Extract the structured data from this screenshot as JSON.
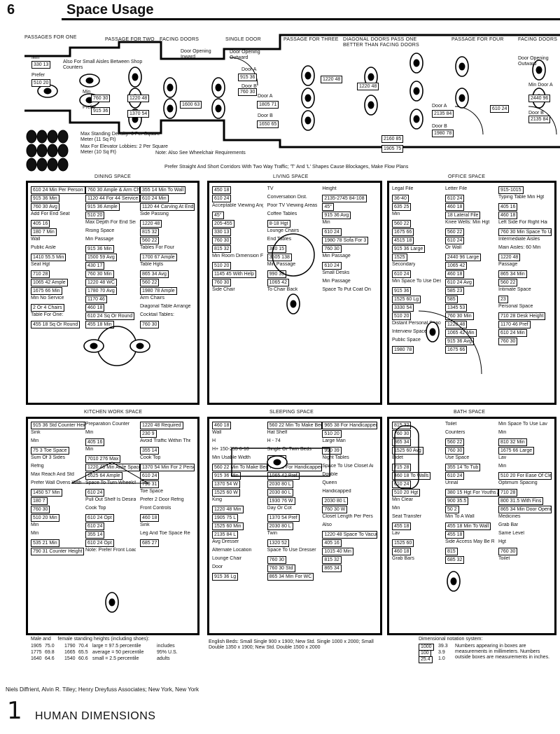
{
  "page": {
    "number": "6",
    "title": "Space Usage",
    "credit": "Niels Diffrient, Alvin R. Tilley; Henry Dreyfuss Associates; New York, New York",
    "footer_number": "1",
    "footer_title": "HUMAN DIMENSIONS"
  },
  "passages": {
    "captions": [
      "PASSAGES FOR ONE",
      "PASSAGE FOR TWO",
      "FACING DOORS",
      "SINGLE DOOR",
      "PASSAGE FOR THREE",
      "DIAGONAL DOORS PASS ONE BETTER THAN FACING DOORS",
      "PASSAGE FOR FOUR",
      "FACING DOORS"
    ],
    "notes": [
      "Also For Small Aisles Between Shop Counters",
      "Max Standing Density: 6 Per Square Meter (11 Sq Ft)",
      "Max For Elevator Lobbies: 2 Per Square Meter (10 Sq Ft)",
      "Note: Also See Wheelchair Requirements",
      "Prefer Straight And Short Corridors With Two Way Traffic; 'T' And 'L' Shapes Cause Blockages, Make Flow Plans",
      "Door Opening Inward",
      "Door Opening Outward",
      "Door Opening Outward"
    ],
    "dims": [
      "330 13",
      "510 20",
      "760 30",
      "915 36",
      "1220 48",
      "1370 54",
      "1600 63",
      "915 36",
      "760 30",
      "1805 71",
      "1650 65",
      "1220 48",
      "1220 48",
      "2160 85",
      "1905 75",
      "2135 84",
      "1980 78",
      "610 24",
      "2440 96",
      "2135 84"
    ],
    "labels": [
      "Min",
      "Prefer",
      "Min",
      "Prefer",
      "Door A",
      "Door B",
      "Door A",
      "Door B",
      "Door A",
      "Door B",
      "Min Door A",
      "Door B"
    ]
  },
  "dining": {
    "caption": "DINING SPACE",
    "items": [
      "610 24 Min Per Person",
      "760 30 Ample & Arm Chair",
      "355 14 Min To Wall",
      "915 36 Min",
      "1120 44 For 44 Service",
      "610 24 Min",
      "760 30 Avg",
      "915 36 Ample",
      "1120 44 Carving At End",
      "Add For End Seat",
      "510 20",
      "Side Passing",
      "405 16",
      "Max Depth For End Service",
      "1220 48",
      "180 7 Min",
      "Rising Space",
      "815 32",
      "Wall",
      "Min Passage",
      "560 22",
      "Public Aisle",
      "915 36 Min",
      "Tables For Four",
      "1410 55.5 Min",
      "1500 59 Avg",
      "1700 67 Ample",
      "Seat Hgt",
      "430 17",
      "Table Hgts",
      "710 28",
      "760 30 Min",
      "865 34 Avg",
      "1065 42 Ample",
      "1220 48 WC",
      "560 22",
      "1675 66 Min",
      "1780 70 Avg",
      "1980 78 Ample",
      "Min No Service",
      "1170 46",
      "Arm Chairs",
      "2 Or 4 Chairs",
      "460 18",
      "Diagonal Table Arrangements",
      "Table For One:",
      "610 24 Sq Or Round",
      "Cocktail Tables:",
      "455 18 Sq Or Round",
      "455 18 Min",
      "760 30"
    ]
  },
  "living": {
    "caption": "LIVING SPACE",
    "items": [
      "450 18",
      "TV",
      "Height",
      "610 24",
      "Conversation Dist.",
      "2135-2745 84-108",
      "Acceptable Viewing Angles",
      "Poor TV Viewing Areas",
      "45°",
      "45°",
      "Coffee Tables",
      "915 36 Avg",
      "205-455",
      "8-18 Hgt",
      "Min",
      "330 13",
      "Lounge Chairs",
      "610 24",
      "760 30",
      "End Tables",
      "1980 78 Sofa For 3",
      "815 32",
      "380 15",
      "760 30",
      "Min Room Dimension For 4-6 Persons",
      "3505 138",
      "Min Passage",
      "510 20",
      "Min Passage",
      "610 24",
      "1145 45 With Help",
      "990 39",
      "Small Desks",
      "760 30",
      "1065 42",
      "Min Passage",
      "Side Chair",
      "To Chair Back",
      "Space To Put Coat On"
    ]
  },
  "office": {
    "caption": "OFFICE SPACE",
    "items": [
      "Legal File",
      "Letter File",
      "915-1015",
      "36-40",
      "610 24",
      "Typing Table Min Hgt",
      "635 25",
      "460 18",
      "405 16",
      "Min",
      "18 Lateral File",
      "460 18",
      "560 22",
      "Knee Wells: Min Hgt",
      "Left Side For Right Handed",
      "1675 66",
      "560 22",
      "760 30 Min Space To Use File And To Type",
      "4515 18",
      "610 24",
      "Intermediate Aisles",
      "915 36 Large",
      "Or Wall",
      "Main Aisles: 60 Min",
      "1525",
      "2440 96 Large",
      "1220 48",
      "Secondary",
      "1065 42",
      "Passage",
      "610 24",
      "460 18",
      "865 34 Min",
      "Min Space To Use Desk",
      "610 24 Avg",
      "560 22",
      "915 36",
      "585 23",
      "Intimate Space",
      "1525 60 Lg",
      "585",
      "23",
      "3330 54",
      "1345 53",
      "Personal Space",
      "510 20",
      "760 30 Min",
      "710 28 Desk Height",
      "Distant Personal Space",
      "1220 48",
      "1170 46 Pref",
      "Interview Spaces",
      "1065 42 Min",
      "610 24 Min",
      "Public Space",
      "915 36 Avg",
      "760 30",
      "1980 78",
      "1675 66"
    ]
  },
  "kitchen": {
    "caption": "KITCHEN WORK SPACE",
    "items": [
      "915 36 Std Counter Height",
      "Preparation Counter",
      "1220 48 Required",
      "Sink",
      "Min",
      "230 9",
      "Min",
      "405 16",
      "Avoid Traffic Within The Work Triangle",
      "75 3 Toe Space",
      "Min",
      "355 14",
      "Sum Of 3 Sides",
      "7010 276 Max",
      "Cook Top",
      "Refrig",
      "1220 48 Min Aisle Space",
      "1370 54 Min For 2 Persons",
      "Max Reach And Std",
      "1625 64 Ample",
      "610 24",
      "Prefer Wall Ovens With Door Hgt",
      "Space To Turn Wheelchair 360°",
      "790 31",
      "1450 57 Min",
      "610 24",
      "Toe Space",
      "180 7",
      "Pull Out Shelf Is Desirable",
      "Prefer 2 Door Refrig",
      "760 30",
      "Cook Top",
      "Front Controls",
      "510 20 Min",
      "610 24 Opt",
      "460 18",
      "Min",
      "610 24",
      "Sink",
      "Min",
      "355 14",
      "Leg And Toe Space Required",
      "535 21 Min",
      "610 24 Opt",
      "685 27",
      "790 31 Counter Height",
      "Note: Prefer Front Load Dishwashers"
    ]
  },
  "sleeping": {
    "caption": "SLEEPING SPACE",
    "items": [
      "460 18",
      "560 22 Min To Make Bed",
      "965 38 For Handicapped",
      "Wall",
      "Hat Shelf",
      "510 20",
      "H",
      "H - 74",
      "Large Man",
      "H+ 150-255 6-10",
      "Single Or Twin Beds",
      "990 39",
      "Min Usable Width",
      "610 24",
      "Night Tables",
      "560 22 Min To Make Bed",
      "760 30 For Handicapped",
      "Space To Use Closet And To Dress",
      "915 36 Min",
      "1065 42 Pref",
      "Double",
      "1370 54 W",
      "2030 80 L",
      "Queen",
      "1525 60 W",
      "2030 80 L",
      "Handicapped",
      "King",
      "1930 76 W",
      "2030 80 L",
      "1220 48 Min",
      "Day Or Cot",
      "760 30 W",
      "1905 75 L",
      "1370 54 Pref",
      "Closet Length Per Person",
      "1525 60 Min",
      "2030 80 L",
      "Also",
      "2135 84 L",
      "Twin",
      "1220 48 Space To Vacuum Under Bed And Min For WC",
      "Avg Dresser",
      "1320 52",
      "405 16",
      "Alternate Location",
      "Space To Use Dresser",
      "1015 40 Min",
      "Lounge Chair",
      "760 30",
      "815 32",
      "Door",
      "760 30 Std",
      "865 34",
      "915 36 Lg",
      "865 34 Min For WC"
    ]
  },
  "bath": {
    "caption": "BATH SPACE",
    "items": [
      "815 32",
      "Toilet",
      "Min Space To Use Lav",
      "760 30",
      "Counters",
      "Min",
      "865 34",
      "560 22",
      "810 32 Min",
      "1525 60 Avg",
      "760 30",
      "1675 66 Large",
      "Bidet",
      "Use Space",
      "Lav",
      "715 28",
      "355 14 To Tub",
      "Min",
      "460 18 To Walls",
      "610 24",
      "510 20 For Ease Of Cleaning",
      "610 24",
      "Urinal",
      "Optimum Spacing",
      "510 20 Hgt",
      "380 15 Hgt For Youths And Handicapped",
      "710 28",
      "Min Clear",
      "900 35.5",
      "800 31.5 With Fins",
      "Min",
      "50 2",
      "865 34 Min Door Opening",
      "Seat Transfer",
      "Min To A Wall",
      "Medicines",
      "455 18",
      "455 18 Min To Wall",
      "Grab Bar",
      "Lav",
      "455 18",
      "Same Level",
      "1525 60",
      "Side Access May Be Required",
      "Hgt",
      "460 18",
      "815",
      "760 30",
      "Grab Bars",
      "685 32",
      "Toilet"
    ]
  },
  "table": {
    "head_a": "Male and",
    "head_b": "female standing heights (including shoes):",
    "rows": [
      [
        "1905",
        "75.0",
        "1790",
        "70.4",
        "large = 97.5 percentile",
        "includes"
      ],
      [
        "1775",
        "69.8",
        "1665",
        "65.5",
        "average = 50 percentile",
        "95% U.S."
      ],
      [
        "1640",
        "64.6",
        "1540",
        "60.6",
        "small = 2.5 percentile",
        "adults"
      ]
    ]
  },
  "beds_note": "English Beds: Small Single 900 x 1900; New Std. Single 1000 x 2000; Small Double 1350 x 1900; New Std. Double 1500 x 2000",
  "notation": {
    "title": "Dimensional notation system:",
    "rows": [
      [
        "1000",
        "39.3"
      ],
      [
        "100",
        "3.9"
      ],
      [
        "25.4",
        "1.0"
      ]
    ],
    "text": "Numbers appearing in boxes are measurements in millimeters. Numbers outside boxes are measurements in inches."
  }
}
